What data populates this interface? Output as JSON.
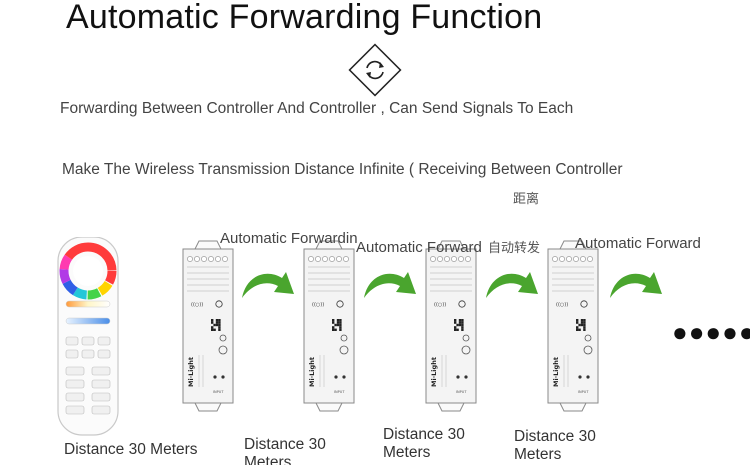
{
  "title": "Automatic Forwarding Function",
  "subtitle_line_1": "Forwarding Between Controller And Controller , Can Send Signals To Each",
  "subtitle_line_2": "Make The Wireless Transmission Distance Infinite ( Receiving Between Controller",
  "fragment_cjk_1": "距离",
  "fragment_cjk_2": "自动转发",
  "forward_labels": [
    "Automatic Forwardin",
    "Automatic Forward",
    "Automatic Forward"
  ],
  "distance_labels": {
    "remote": "Distance 30 Meters",
    "c1_line1": "Distance 30",
    "c1_line2": "Meters",
    "c2_line1": "Distance 30",
    "c2_line2": "Meters",
    "c3_line1": "Distance 30",
    "c3_line2": "Meters"
  },
  "more_indicator": "●●●●●",
  "controller_brand": "Mi·Light",
  "icons": {
    "forward_cycle": "cycle-arrows-icon",
    "arrow": "curved-arrow-icon"
  },
  "colors": {
    "arrow_green": "#4aa52e",
    "device_white": "#f4f4f4",
    "device_border": "#8a8a8a"
  }
}
